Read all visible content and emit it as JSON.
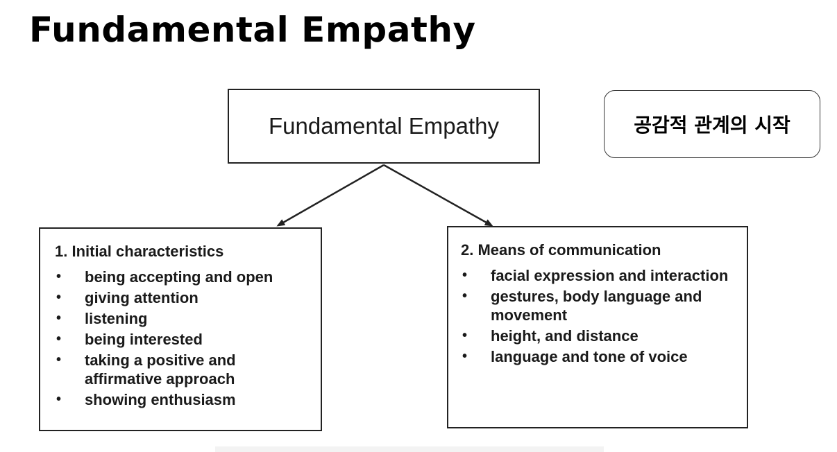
{
  "slide": {
    "title": "Fundamental Empathy",
    "korean_badge": "공감적 관계의 시작"
  },
  "diagram": {
    "root": "Fundamental Empathy",
    "branches": [
      {
        "heading": "1. Initial characteristics",
        "items": [
          "being accepting and open",
          "giving attention",
          "listening",
          "being interested",
          "taking a positive and affirmative approach",
          "showing enthusiasm"
        ]
      },
      {
        "heading": "2. Means of communication",
        "items": [
          "facial expression and interaction",
          "gestures, body language and movement",
          "height, and distance",
          "language and tone of voice"
        ]
      }
    ]
  },
  "colors": {
    "line": "#222222",
    "text": "#1a1a1a",
    "background": "#ffffff"
  }
}
